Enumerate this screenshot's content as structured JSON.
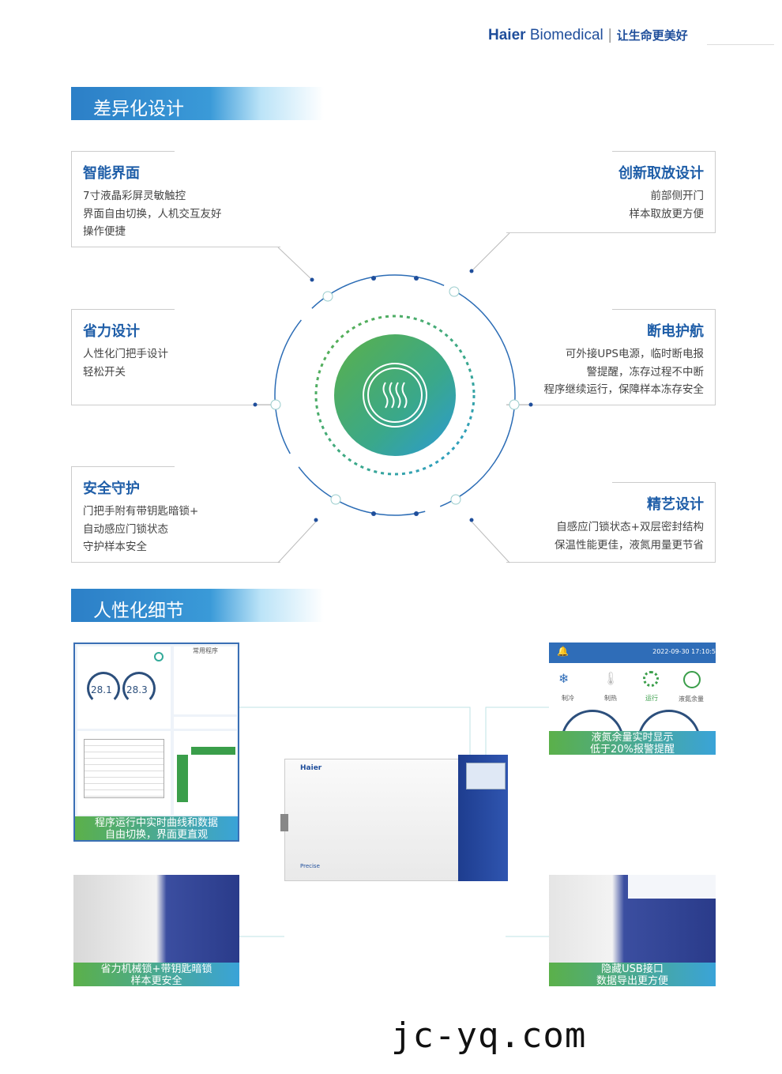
{
  "header": {
    "brand_bold": "Haier",
    "brand_rest": "Biomedical",
    "slogan": "让生命更美好"
  },
  "section1": {
    "title": "差异化设计"
  },
  "features": [
    {
      "title": "智能界面",
      "lines": [
        "7寸液晶彩屏灵敏触控",
        "界面自由切换，人机交互友好",
        "操作便捷"
      ]
    },
    {
      "title": "创新取放设计",
      "lines": [
        "前部侧开门",
        "样本取放更方便"
      ]
    },
    {
      "title": "省力设计",
      "lines": [
        "人性化门把手设计",
        "轻松开关"
      ]
    },
    {
      "title": "断电护航",
      "lines": [
        "可外接UPS电源，临时断电报",
        "警提醒，冻存过程不中断",
        "程序继续运行，保障样本冻存安全"
      ]
    },
    {
      "title": "安全守护",
      "lines": [
        "门把手附有带钥匙暗锁+",
        "自动感应门锁状态",
        "守护样本安全"
      ]
    },
    {
      "title": "精艺设计",
      "lines": [
        "自感应门锁状态+双层密封结构",
        "保温性能更佳，液氮用量更节省"
      ]
    }
  ],
  "center_icon": "heat-waves-icon",
  "section2": {
    "title": "人性化细节"
  },
  "details": [
    {
      "caption": [
        "程序运行中实时曲线和数据",
        "自由切换，界面更直观"
      ],
      "screen": {
        "temp1": "28.1",
        "temp2": "28.3",
        "panel_title": "常用程序"
      }
    },
    {
      "caption": [
        "液氮余量实时显示",
        "低于20%报警提醒"
      ],
      "screen": {
        "datetime": "2022-09-30 17:10:5",
        "labels": [
          "制冷",
          "制热",
          "运行",
          "液氮余量"
        ]
      }
    },
    {
      "caption": [
        "省力机械锁+带钥匙暗锁",
        "样本更安全"
      ]
    },
    {
      "caption": [
        "隐藏USB接口",
        "数据导出更方便"
      ]
    }
  ],
  "product": {
    "logo": "Haier",
    "badge": "Precise"
  },
  "watermark": "jc-yq.com",
  "colors": {
    "brand": "#1f4e9b",
    "accent_blue": "#2c7fc7",
    "green": "#5bb04a"
  }
}
